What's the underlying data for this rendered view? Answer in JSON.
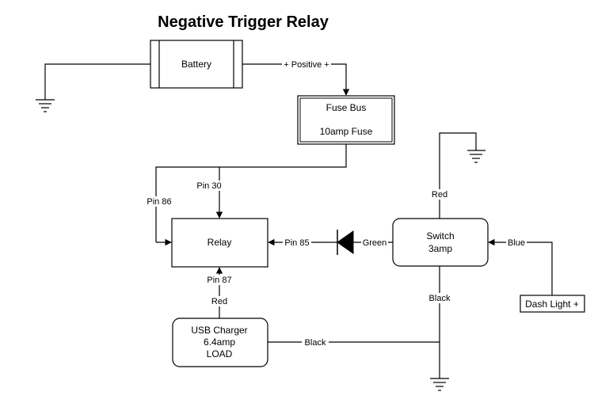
{
  "title": "Negative Trigger Relay",
  "components": {
    "battery": "Battery",
    "fuse_bus": {
      "line1": "Fuse Bus",
      "line2": "10amp Fuse"
    },
    "relay": "Relay",
    "switch": {
      "line1": "Switch",
      "line2": "3amp"
    },
    "usb_charger": {
      "line1": "USB Charger",
      "line2": "6.4amp",
      "line3": "LOAD"
    },
    "dash_light": "Dash Light +"
  },
  "wire_labels": {
    "positive": "+ Positive +",
    "pin30": "Pin 30",
    "pin86": "Pin 86",
    "pin85": "Pin 85",
    "pin87": "Pin 87",
    "red_usb": "Red",
    "red_switch": "Red",
    "green": "Green",
    "blue": "Blue",
    "black_switch": "Black",
    "black_usb": "Black"
  },
  "icons": [
    "ground-icon",
    "diode-icon",
    "arrow-icon"
  ]
}
